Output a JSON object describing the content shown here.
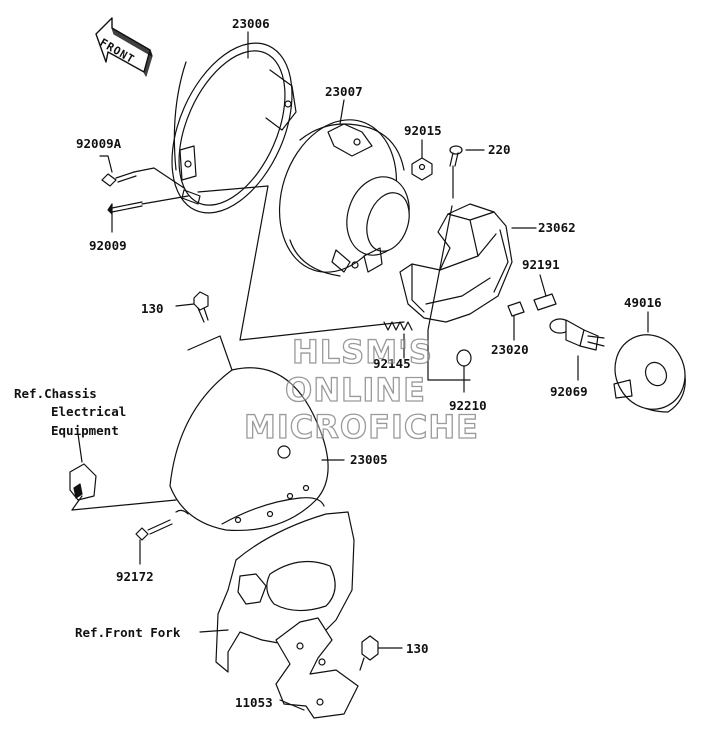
{
  "front_badge": "FRONT",
  "labels": {
    "p23006": "23006",
    "p23007": "23007",
    "p92015": "92015",
    "p220": "220",
    "p92009A": "92009A",
    "p92009": "92009",
    "p23062": "23062",
    "p92191": "92191",
    "p49016": "49016",
    "p130_top": "130",
    "p92145": "92145",
    "p23020": "23020",
    "p92210": "92210",
    "p92069": "92069",
    "p23005": "23005",
    "p92172": "92172",
    "p130_bottom": "130",
    "p11053": "11053"
  },
  "refs": {
    "chassis_line1": "Ref.Chassis",
    "chassis_line2": "Electrical",
    "chassis_line3": "Equipment",
    "front_fork": "Ref.Front Fork"
  },
  "watermark": {
    "line1": "HLSM'S",
    "line2": "ONLINE",
    "line3": "MICROFICHE"
  }
}
